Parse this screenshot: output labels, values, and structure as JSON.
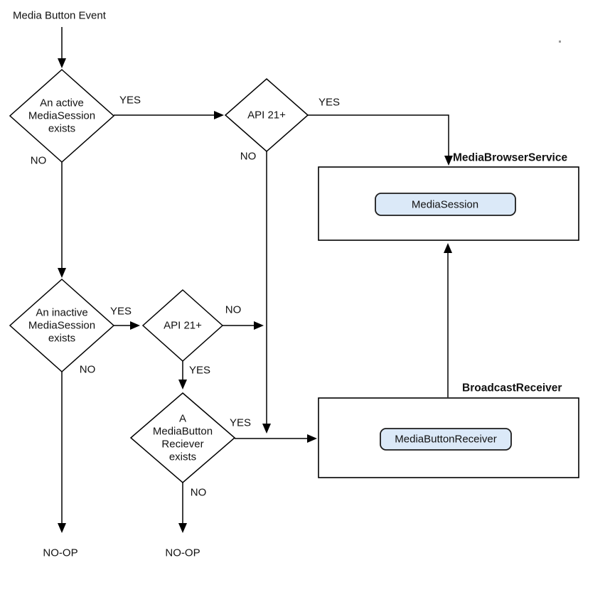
{
  "diagram": {
    "background": "#ffffff",
    "line_color": "#000000",
    "text_color": "#111111",
    "decision_fill": "#ffffff",
    "inner_box_fill": "#dbe9f8",
    "inner_box_border": "#1c1c1c",
    "artifact_color": "#999999"
  },
  "start": {
    "label": "Media Button Event"
  },
  "decisions": {
    "active_session": {
      "lines": [
        "An active",
        "MediaSession",
        "exists"
      ]
    },
    "api21_first": {
      "label": "API 21+"
    },
    "inactive_session": {
      "lines": [
        "An inactive",
        "MediaSession",
        "exists"
      ]
    },
    "api21_second": {
      "label": "API 21+"
    },
    "media_button_receiver_exists": {
      "lines": [
        "A",
        "MediaButton",
        "Reciever",
        "exists"
      ]
    }
  },
  "containers": {
    "media_browser_service": {
      "title": "MediaBrowserService",
      "inner_label": "MediaSession"
    },
    "broadcast_receiver": {
      "title": "BroadcastReceiver",
      "inner_label": "MediaButtonReceiver"
    }
  },
  "edge_labels": {
    "active_yes": "YES",
    "active_no": "NO",
    "api21_first_yes": "YES",
    "api21_first_no": "NO",
    "inactive_yes": "YES",
    "inactive_no": "NO",
    "api21_second_no": "NO",
    "api21_second_yes": "YES",
    "mbr_yes": "YES",
    "mbr_no": "NO"
  },
  "terminals": {
    "noop_left": "NO-OP",
    "noop_right": "NO-OP"
  }
}
